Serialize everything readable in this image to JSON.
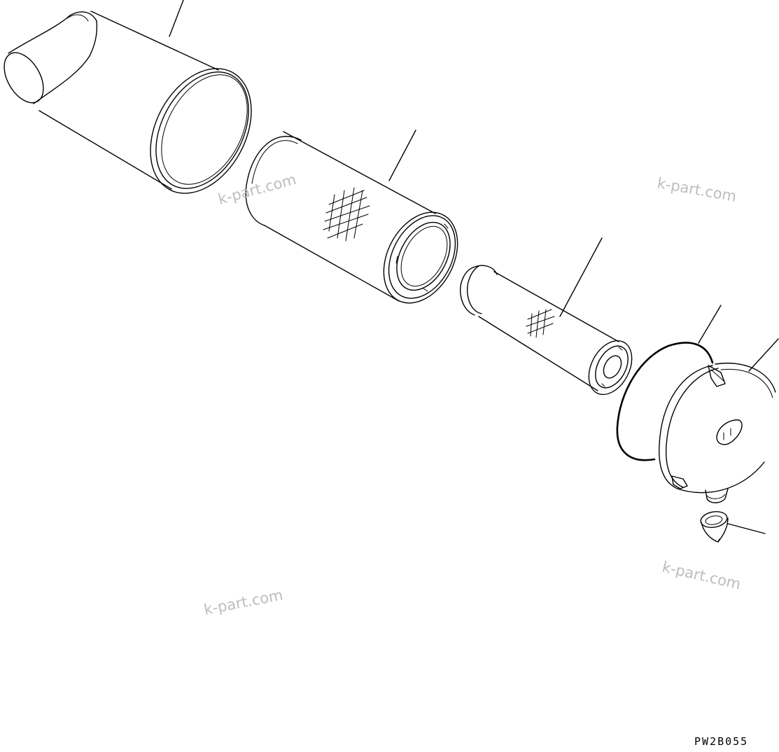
{
  "watermarks": [
    "k-part.com",
    "k-part.com",
    "k-part.com",
    "k-part.com"
  ],
  "drawing_code": "PW2B055",
  "colors": {
    "line": "#000000",
    "watermark": "#bdbdbd",
    "background": "#ffffff"
  }
}
